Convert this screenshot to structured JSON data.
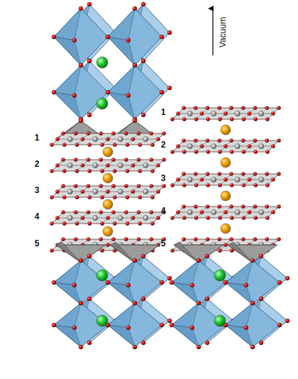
{
  "diagram": {
    "labels": [
      "1",
      "2",
      "3",
      "4",
      "5",
      "1",
      "2",
      "3",
      "4",
      "5",
      "Vacuum"
    ]
  }
}
